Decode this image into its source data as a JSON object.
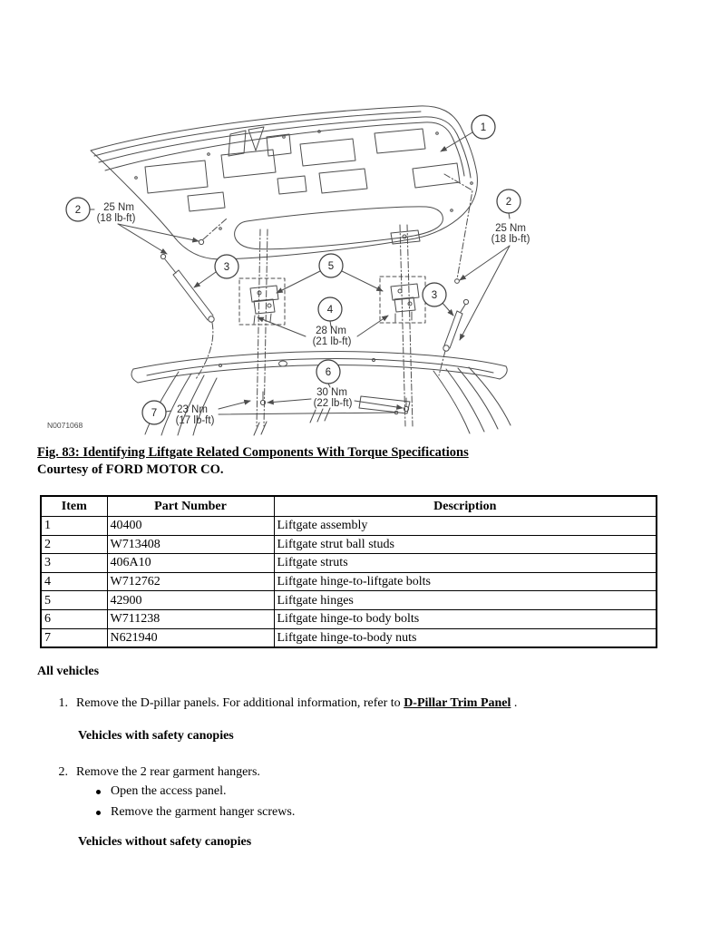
{
  "figure": {
    "ref": "N0071068",
    "caption_title": "Fig. 83: Identifying Liftgate Related Components With Torque Specifications",
    "caption_courtesy": "Courtesy of FORD MOTOR CO.",
    "callouts": [
      "1",
      "2",
      "2",
      "3",
      "3",
      "4",
      "5",
      "6",
      "7"
    ],
    "torques": [
      {
        "nm": "25 Nm",
        "lb": "(18 lb-ft)"
      },
      {
        "nm": "25 Nm",
        "lb": "(18 lb-ft)"
      },
      {
        "nm": "28 Nm",
        "lb": "(21 lb-ft)"
      },
      {
        "nm": "30 Nm",
        "lb": "(22 lb-ft)"
      },
      {
        "nm": "23 Nm",
        "lb": "(17 lb-ft)"
      }
    ]
  },
  "table": {
    "headers": [
      "Item",
      "Part Number",
      "Description"
    ],
    "rows": [
      [
        "1",
        "40400",
        "Liftgate assembly"
      ],
      [
        "2",
        "W713408",
        "Liftgate strut ball studs"
      ],
      [
        "3",
        "406A10",
        "Liftgate struts"
      ],
      [
        "4",
        "W712762",
        "Liftgate hinge-to-liftgate bolts"
      ],
      [
        "5",
        "42900",
        "Liftgate hinges"
      ],
      [
        "6",
        "W711238",
        "Liftgate hinge-to body bolts"
      ],
      [
        "7",
        "N621940",
        "Liftgate hinge-to-body nuts"
      ]
    ]
  },
  "content": {
    "section_all_vehicles": "All vehicles",
    "step1": {
      "num": "1.",
      "prefix": "Remove the D-pillar panels. For additional information, refer to ",
      "link": "D-Pillar Trim Panel",
      "suffix": " ."
    },
    "sub_with": "Vehicles with safety canopies",
    "step2": {
      "num": "2.",
      "text": "Remove the 2 rear garment hangers."
    },
    "bullets": [
      "Open the access panel.",
      "Remove the garment hanger screws."
    ],
    "sub_without": "Vehicles without safety canopies"
  },
  "colors": {
    "ink": "#000000",
    "line": "#4d4d4d",
    "background": "#ffffff"
  }
}
